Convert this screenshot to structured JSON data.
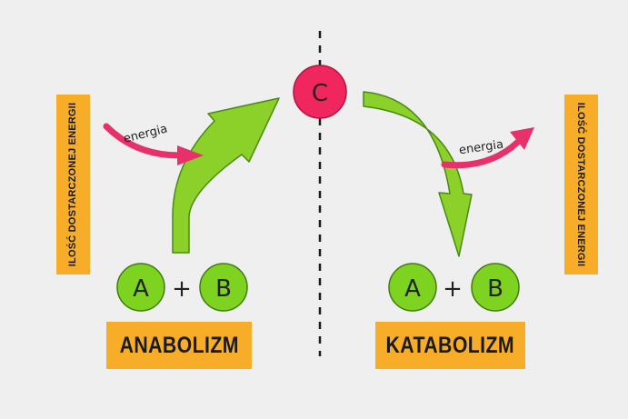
{
  "left_panel": {
    "side_label": "ILOŚĆ DOSTARCZONEJ ENERGII",
    "title": "ANABOLIZM",
    "energy_label": "energia",
    "reactant_a": "A",
    "plus": "+",
    "reactant_b": "B"
  },
  "center": {
    "product": "C"
  },
  "right_panel": {
    "side_label": "ILOŚĆ DOSTARCZONEJ ENERGII",
    "title": "KATABOLIZM",
    "energy_label": "energia",
    "reactant_a": "A",
    "plus": "+",
    "reactant_b": "B"
  },
  "colors": {
    "background": "#efefef",
    "label_orange": "#f7ad28",
    "molecule_green": "#7ed321",
    "product_pink": "#f0275e",
    "energy_arrow_pink": "#e8306a",
    "main_arrow_green": "#8bd12a"
  }
}
